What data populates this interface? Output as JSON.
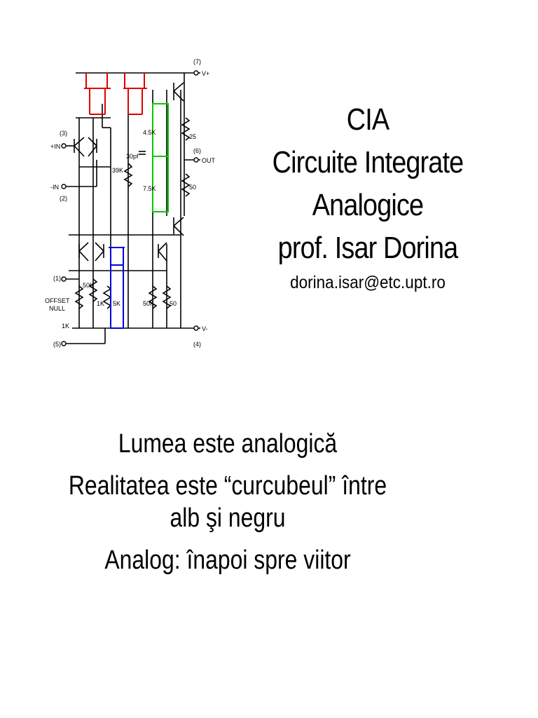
{
  "slide": {
    "title_lines": [
      "CIA",
      "Circuite Integrate",
      "Analogice",
      "prof. Isar Dorina"
    ],
    "email": "dorina.isar@etc.upt.ro",
    "quotes": [
      "Lumea este analogică",
      "Realitatea este “curcubeul” între",
      "alb şi negru",
      "Analog: înapoi spre viitor"
    ]
  },
  "schematic": {
    "labels": {
      "pin7": "(7)",
      "vplus": "V+",
      "pin3": "(3)",
      "plus_in": "+IN",
      "minus_in": "-IN",
      "pin2": "(2)",
      "pin1": "(1)",
      "offset": "OFFSET",
      "null": "NULL",
      "r1k_a": "1K",
      "pin5": "(5)",
      "r45k": "4.5K",
      "r75k": "7.5K",
      "c30pf": "30pf",
      "r39k": "39K",
      "r25": "25",
      "pin6": "(6)",
      "out": "OUT",
      "r50a": "50",
      "r50k_a": "50K",
      "r1k_b": "1K",
      "r5k": "5K",
      "r50k_b": "50K",
      "r50b": "50",
      "vminus": "V-",
      "pin4": "(4)"
    },
    "colors": {
      "mirror_top": "#e00000",
      "level_shift": "#00cc00",
      "mirror_bottom": "#0000e0",
      "wire": "#000000"
    }
  }
}
